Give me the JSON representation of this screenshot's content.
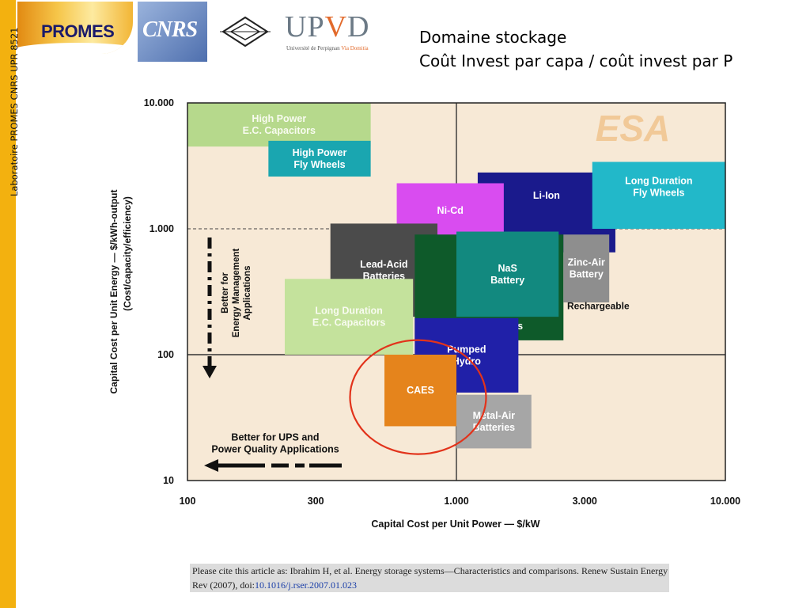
{
  "sidebar": {
    "label": "Laboratoire PROMES CNRS UPR 8521"
  },
  "logos": {
    "promes": "PROMES",
    "cnrs": "CNRS",
    "upvd": {
      "u": "UP",
      "v": "V",
      "d": "D",
      "subtitle": "Université de Perpignan",
      "subtitle_via": "Via Domitia"
    }
  },
  "title": {
    "line1": "Domaine stockage",
    "line2": "Coût Invest par capa / coût invest par P"
  },
  "colors": {
    "plot_bg": "#f7e9d6",
    "highlight": "#e2331b",
    "caps_hp": "#b6d98c",
    "fly_hp": "#1aa6b0",
    "li_ion": "#1a1a8c",
    "fly_ld": "#22b8c9",
    "ni_cd": "#d94cf0",
    "lead_acid": "#4b4b4b",
    "nas": "#12897f",
    "zinc_air": "#8e8e8e",
    "caps_ld": "#c4e29c",
    "flow": "#0e5a2a",
    "pumped": "#2020a8",
    "caes": "#e5841c",
    "metal_air": "#a6a6a6"
  },
  "chart_data": {
    "type": "scatter",
    "xlabel": "Capital Cost per Unit Power — $/kW",
    "ylabel_line1": "Capital Cost per Unit Energy — $/kWh-output",
    "ylabel_line2": "(Cost/capacity/efficiency)",
    "x_scale": "log",
    "y_scale": "log",
    "xlim": [
      100,
      10000
    ],
    "ylim": [
      10,
      10000
    ],
    "x_ticks": [
      {
        "value": 100,
        "label": "100"
      },
      {
        "value": 300,
        "label": "300"
      },
      {
        "value": 1000,
        "label": "1.000"
      },
      {
        "value": 3000,
        "label": "3.000"
      },
      {
        "value": 10000,
        "label": "10.000"
      }
    ],
    "y_ticks": [
      {
        "value": 10,
        "label": "10"
      },
      {
        "value": 100,
        "label": "100"
      },
      {
        "value": 1000,
        "label": "1.000"
      },
      {
        "value": 10000,
        "label": "10.000"
      }
    ],
    "regions": [
      {
        "label": "High Power\nE.C. Capacitors",
        "x": [
          100,
          480
        ],
        "y": [
          4500,
          10000
        ],
        "color_key": "caps_hp"
      },
      {
        "label": "High Power\nFly Wheels",
        "x": [
          200,
          480
        ],
        "y": [
          2600,
          5000
        ],
        "color_key": "fly_hp"
      },
      {
        "label": "Li-Ion",
        "x": [
          1200,
          3900
        ],
        "y": [
          650,
          2800
        ],
        "color_key": "li_ion"
      },
      {
        "label": "Long Duration\nFly Wheels",
        "x": [
          3200,
          10000
        ],
        "y": [
          1000,
          3400
        ],
        "color_key": "fly_ld"
      },
      {
        "label": "Ni-Cd",
        "x": [
          600,
          1500
        ],
        "y": [
          850,
          2300
        ],
        "color_key": "ni_cd"
      },
      {
        "label": "Lead-Acid\nBatteries",
        "x": [
          340,
          850
        ],
        "y": [
          200,
          1100
        ],
        "color_key": "lead_acid"
      },
      {
        "label": "Flow Batteries",
        "x": [
          700,
          2500
        ],
        "y": [
          130,
          900
        ],
        "color_key": "flow"
      },
      {
        "label": "NaS\nBattery",
        "x": [
          1000,
          2400
        ],
        "y": [
          200,
          950
        ],
        "color_key": "nas"
      },
      {
        "label": "Zinc-Air\nBattery",
        "x": [
          2500,
          3700
        ],
        "y": [
          260,
          900
        ],
        "color_key": "zinc_air"
      },
      {
        "label": "Long Duration\nE.C. Capacitors",
        "x": [
          230,
          690
        ],
        "y": [
          100,
          400
        ],
        "color_key": "caps_ld"
      },
      {
        "label": "Pumped\nHydro",
        "x": [
          700,
          1700
        ],
        "y": [
          50,
          195
        ],
        "color_key": "pumped"
      },
      {
        "label": "CAES",
        "x": [
          540,
          1000
        ],
        "y": [
          27,
          100
        ],
        "color_key": "caes"
      },
      {
        "label": "Metal-Air\nBatteries",
        "x": [
          1000,
          1900
        ],
        "y": [
          18,
          48
        ],
        "color_key": "metal_air"
      }
    ],
    "annotations": [
      {
        "text": "Rechargeable",
        "x": 2500,
        "y": 230
      },
      {
        "text": "Better for\nEnergy Management\nApplications",
        "x": 125,
        "y": 300
      },
      {
        "text": "Better for UPS and\nPower Quality Applications",
        "x": 200,
        "y": 15
      }
    ],
    "highlight": {
      "label": "CAES",
      "cx": 720,
      "cy": 46
    },
    "watermark": "ESA"
  },
  "citation": {
    "text": "Please cite this article as: Ibrahim H, et al. Energy storage systems—Characteristics and comparisons. Renew Sustain Energy Rev (2007), doi:",
    "doi": "10.1016/j.rser.2007.01.023"
  }
}
